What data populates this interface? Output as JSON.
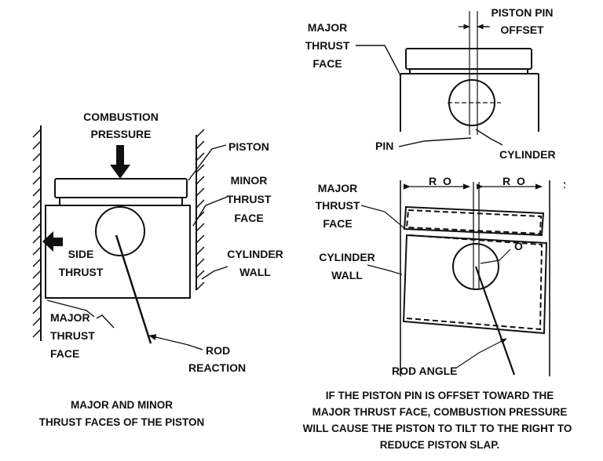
{
  "left": {
    "combustion": "COMBUSTION",
    "pressure": "PRESSURE",
    "piston": "PISTON",
    "minor": "MINOR",
    "thrust": "THRUST",
    "face": "FACE",
    "side": "SIDE",
    "side_thrust": "THRUST",
    "cylinder": "CYLINDER",
    "wall": "WALL",
    "major": "MAJOR",
    "major_thrust": "THRUST",
    "major_face": "FACE",
    "rod": "ROD",
    "reaction": "REACTION",
    "caption_line1": "MAJOR AND MINOR",
    "caption_line2": "THRUST FACES OF THE PISTON"
  },
  "top_right": {
    "piston_pin": "PISTON PIN",
    "offset": "OFFSET",
    "major": "MAJOR",
    "thrust": "THRUST",
    "face": "FACE",
    "pin": "PIN",
    "cylinder": "CYLINDER"
  },
  "bottom_right": {
    "ro_left": "R O",
    "ro_right": "R O",
    "o": "O",
    "major": "MAJOR",
    "thrust": "THRUST",
    "face": "FACE",
    "cylinder": "CYLINDER",
    "wall": "WALL",
    "rod_angle": "ROD ANGLE",
    "caption_line1": "IF THE PISTON PIN IS OFFSET TOWARD THE",
    "caption_line2": "MAJOR THRUST FACE, COMBUSTION PRESSURE",
    "caption_line3": "WILL CAUSE THE PISTON TO TILT TO THE RIGHT TO",
    "caption_line4": "REDUCE PISTON SLAP."
  }
}
